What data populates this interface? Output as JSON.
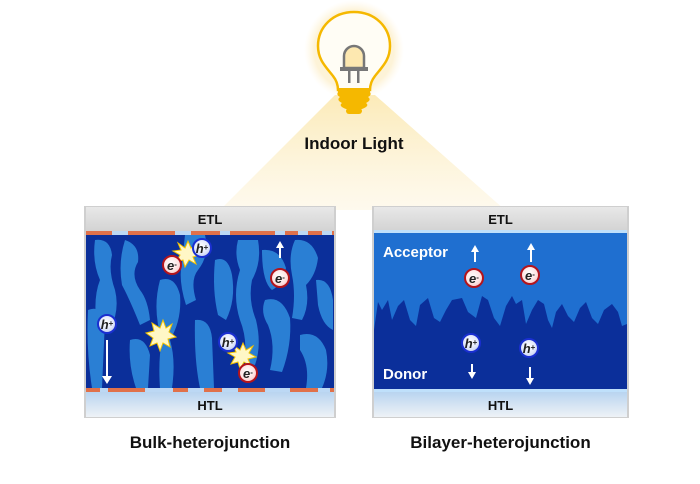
{
  "title": "Indoor Light",
  "panels": [
    {
      "caption": "Bulk-heterojunction",
      "top_layer": "ETL",
      "bottom_layer": "HTL",
      "carriers": [
        {
          "type": "electron",
          "label": "e",
          "sign": "-"
        },
        {
          "type": "hole",
          "label": "h",
          "sign": "+"
        },
        {
          "type": "electron",
          "label": "e",
          "sign": "-"
        },
        {
          "type": "hole",
          "label": "h",
          "sign": "+"
        },
        {
          "type": "hole",
          "label": "h",
          "sign": "+"
        },
        {
          "type": "electron",
          "label": "e",
          "sign": "-"
        }
      ]
    },
    {
      "caption": "Bilayer-heterojunction",
      "top_layer": "ETL",
      "bottom_layer": "HTL",
      "acceptor_label": "Acceptor",
      "donor_label": "Donor",
      "carriers": [
        {
          "type": "electron",
          "label": "e",
          "sign": "-"
        },
        {
          "type": "electron",
          "label": "e",
          "sign": "-"
        },
        {
          "type": "hole",
          "label": "h",
          "sign": "+"
        },
        {
          "type": "hole",
          "label": "h",
          "sign": "+"
        }
      ]
    }
  ],
  "colors": {
    "bulb": "#f5b800",
    "glow": "#fdf3d3",
    "acceptor": "#1f6fd0",
    "donor": "#0b2f9a",
    "interface_orange": "#e0714a",
    "electron_ring": "#b3141c",
    "hole_ring": "#1a2fd0"
  }
}
